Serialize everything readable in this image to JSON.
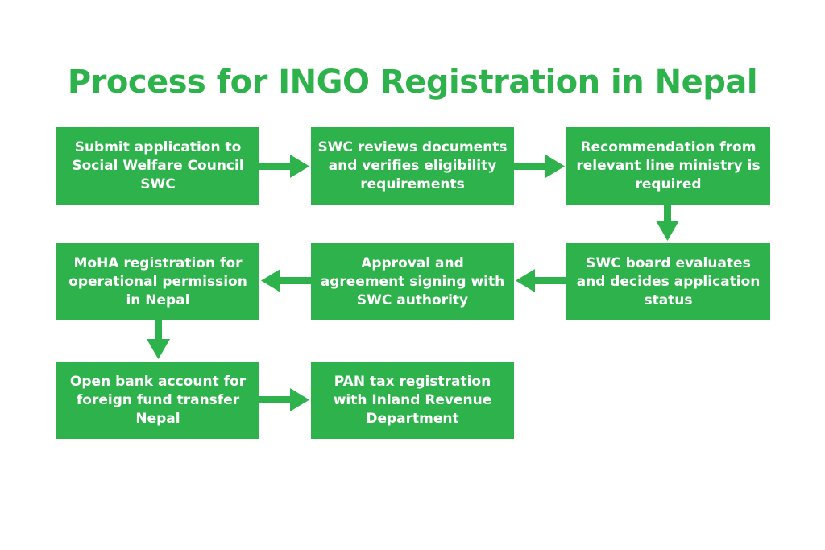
{
  "title": "Process for INGO Registration in Nepal",
  "colors": {
    "accent": "#2eb24c",
    "box_text": "#ffffff",
    "background": "#ffffff"
  },
  "steps": [
    {
      "text": "Submit application to Social Welfare Council SWC"
    },
    {
      "text": "SWC reviews documents and verifies eligibility requirements"
    },
    {
      "text": "Recommendation from relevant line ministry is required"
    },
    {
      "text": "SWC board evaluates and decides application status"
    },
    {
      "text": "Approval and agreement signing with SWC authority"
    },
    {
      "text": "MoHA registration for operational permission in Nepal"
    },
    {
      "text": "Open bank account for foreign fund transfer Nepal"
    },
    {
      "text": "PAN tax registration with Inland Revenue Department"
    }
  ]
}
